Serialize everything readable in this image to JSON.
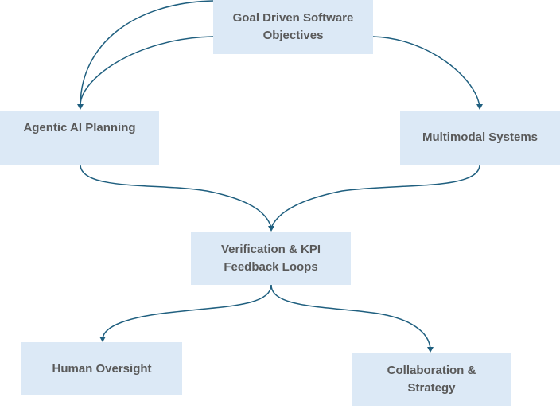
{
  "nodes": {
    "goal": "Goal Driven Software Objectives",
    "agentic": "Agentic AI Planning",
    "multimodal": "Multimodal Systems",
    "verification": "Verification & KPI Feedback Loops",
    "human": "Human Oversight",
    "collaboration": "Collaboration & Strategy"
  },
  "colors": {
    "box": "#dce9f6",
    "edge": "#1f5f7f",
    "text": "#595959"
  }
}
